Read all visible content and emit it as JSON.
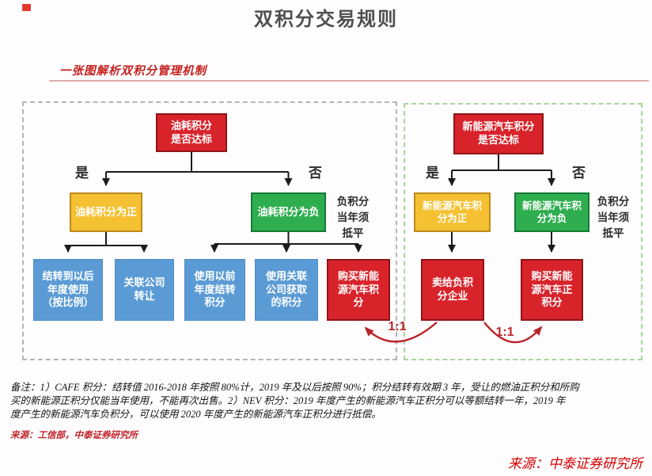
{
  "page": {
    "title": "双积分交易规则",
    "section_header": "一张图解析双积分管理机制",
    "notes": {
      "line1": "备注：1）CAFE 积分：结转值 2016-2018 年按照 80%计，2019 年及以后按照 90%；积分结转有效期 3 年，受让的燃油正积分和所购",
      "line2": "买的新能源正积分仅能当年使用，不能再次出售。2）NEV 积分：2019 年度产生的新能源汽车正积分可以等额结转一年，2019 年",
      "line3": "度产生的新能源汽车负积分，可以使用 2020 年度产生的新能源汽车正积分进行抵偿。"
    },
    "source_left": "来源：工信部，中泰证券研究所",
    "source_right": "来源：中泰证券研究所"
  },
  "colors": {
    "red_box": "#d8232a",
    "yellow_box": "#f5c132",
    "green_box": "#2fae4f",
    "blue_box": "#5b9bd5",
    "accent_red_text": "#c4201d",
    "arrow_red": "#b9252b",
    "connector_black": "#1c1c1c",
    "left_panel_border": "#b5b5b5",
    "right_panel_border": "#a8d79a",
    "title_gray": "#4f4f4f"
  },
  "diagram": {
    "left": {
      "root": "油耗积分\n是否达标",
      "yes_label": "是",
      "no_label": "否",
      "positive": "油耗积分为正",
      "negative": "油耗积分为负",
      "annotation": "负积分\n当年须\n抵平",
      "outcomes": [
        "结转到以后\n年度使用\n（按比例）",
        "关联公司\n转让",
        "使用以前\n年度结转\n积分",
        "使用关联\n公司获取\n的积分",
        "购买新能\n源汽车积\n分"
      ]
    },
    "right": {
      "root": "新能源汽车积分\n是否达标",
      "yes_label": "是",
      "no_label": "否",
      "positive": "新能源汽车积\n分为正",
      "negative": "新能源汽车积\n分为负",
      "annotation": "负积分\n当年须\n抵平",
      "outcomes": [
        "卖给负积\n分企业",
        "购买新能\n源汽车正\n积分"
      ]
    },
    "ratio_labels": [
      "1:1",
      "1:1"
    ]
  }
}
